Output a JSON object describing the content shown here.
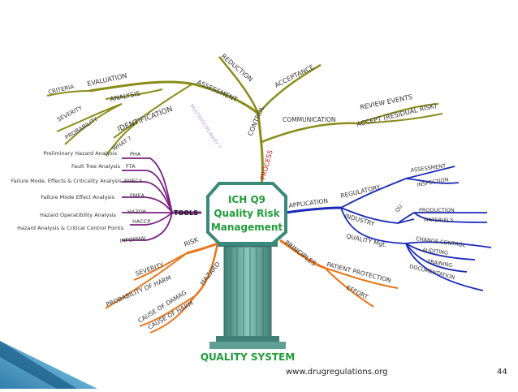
{
  "center": {
    "line1": "ICH Q9",
    "line2": "Quality Risk",
    "line3": "Management",
    "base": "QUALITY SYSTEM"
  },
  "colors": {
    "olive": "#8b8b1a",
    "purple": "#7b1f83",
    "blue": "#1a2ab8",
    "orange": "#e8761a",
    "red": "#c0141c",
    "teal": "#3a8a7a",
    "pillar": "#5f9e96",
    "green": "#1f9c3a"
  },
  "branches": {
    "process": "PROCESS",
    "control": "CONTROL",
    "assessment": "ASSESSMENT",
    "reduction": "REDUCTION",
    "acceptance": "ACCEPTANCE",
    "evaluation": "EVALUATION",
    "criteria": "CRITERIA",
    "analysis": "ANALYSIS",
    "severity_a": "SEVERITY",
    "probability_a": "PROBABILITY",
    "identification": "IDENTIFICATION",
    "what": "WHAT ?",
    "team": "MULTIDISCIPLINARY TEAM",
    "communication": "COMMUNICATION",
    "review_events": "REVIEW EVENTS",
    "accept_residual": "ACCEPT (RESIDUAL RISK)",
    "tools": "TOOLS",
    "application": "APPLICATION",
    "regulatory": "REGULATORY",
    "assessment_r": "ASSESSMENT",
    "inspection": "INSPECTION",
    "industry": "INDUSTRY",
    "qu": "QU",
    "production": "PRODUCTION",
    "materials": "MATERIALS",
    "quality_mgt": "QUALITY Mgt.",
    "change_control": "CHANGE CONTROL",
    "auditing": "AUDITING",
    "training": "TRAINING",
    "documentation": "DOCUMENTATION",
    "risk": "RISK",
    "hazard": "HAZARD",
    "severity": "SEVERITY",
    "prob_harm": "PROBABILITY OF HARM",
    "cause_damage": "CAUSE OF DAMAGE",
    "cause_harm": "CAUSE OF HARM",
    "principles": "PRINCIPLES",
    "patient_protection": "PATIENT PROTECTION",
    "effort": "EFFORT"
  },
  "tools_list": [
    {
      "full": "Preliminary Hazard Analysis",
      "abbr": "PHA"
    },
    {
      "full": "Fault Tree Analysis",
      "abbr": "FTA"
    },
    {
      "full": "Failure Mode, Effects & Criticality Analysis",
      "abbr": "FMECA"
    },
    {
      "full": "Failure Mode Effect Analysis",
      "abbr": "FMEA"
    },
    {
      "full": "Hazard Operatibility Analysis",
      "abbr": "HAZOP"
    },
    {
      "full": "Hazard Analysis & Critical Control Points",
      "abbr": "HACCP"
    },
    {
      "full": "",
      "abbr": "INFORMAL"
    }
  ],
  "footer": {
    "url": "www.drugregulations.org",
    "page": "44"
  }
}
